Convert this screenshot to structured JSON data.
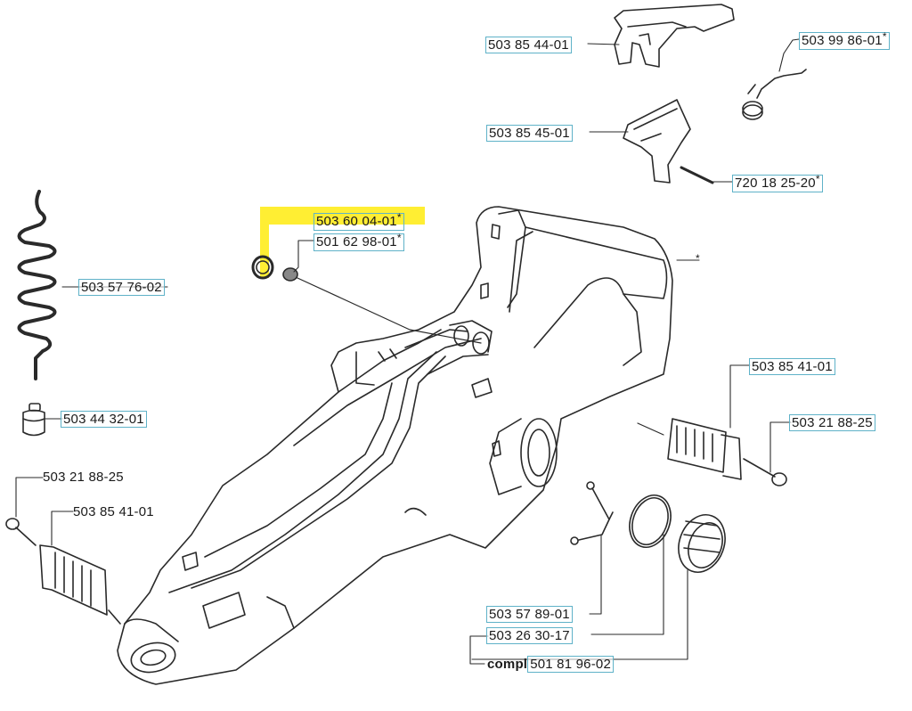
{
  "colors": {
    "highlight": "#ffee33",
    "label_border": "#5fb2c8",
    "line": "#2a2a2a"
  },
  "parts": {
    "p1": {
      "num": "503 85 44-01"
    },
    "p2": {
      "num": "503 99 86-01",
      "mark": "*"
    },
    "p3": {
      "num": "503 85 45-01"
    },
    "p4": {
      "num": "720 18 25-20",
      "mark": "*"
    },
    "p5": {
      "num": "503 60 04-01",
      "mark": "*"
    },
    "p6": {
      "num": "501 62 98-01",
      "mark": "*"
    },
    "p7": {
      "num": "503 57 76-02"
    },
    "p8": {
      "num": "503 44 32-01"
    },
    "p9": {
      "num": "503 85 41-01"
    },
    "p10": {
      "num": "503 21 88-25"
    },
    "p11": {
      "num": "503 21 88-25"
    },
    "p12": {
      "num": "503 85 41-01"
    },
    "p13": {
      "num": "503 57 89-01"
    },
    "p14": {
      "num": "503 26 30-17"
    },
    "p15": {
      "prefix": "compl",
      "num": "501 81 96-02"
    },
    "handle_mark": "*"
  }
}
